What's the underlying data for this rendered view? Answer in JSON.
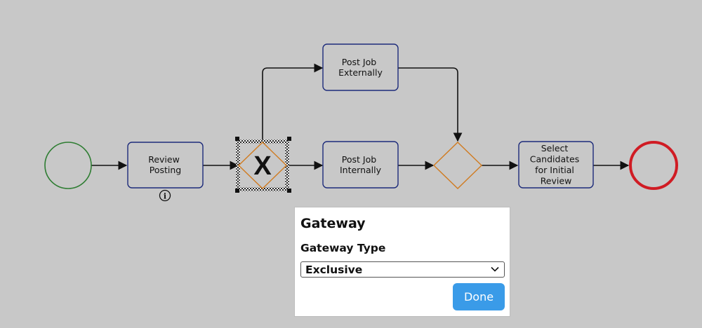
{
  "diagram": {
    "tasks": {
      "review_posting": [
        "Review",
        "Posting"
      ],
      "post_job_externally": [
        "Post Job",
        "Externally"
      ],
      "post_job_internally": [
        "Post Job",
        "Internally"
      ],
      "select_candidates": [
        "Select",
        "Candidates",
        "for Initial",
        "Review"
      ]
    },
    "gateway_marker": "X",
    "info_glyph": "i",
    "colors": {
      "start_event": "#2e7d32",
      "end_event": "#d01c24",
      "task_border": "#1c2a7a",
      "gateway": "#d07b20",
      "flow": "#111111"
    }
  },
  "panel": {
    "title": "Gateway",
    "type_label": "Gateway Type",
    "selected_type": "Exclusive",
    "done_label": "Done",
    "accent": "#3a9be8"
  }
}
